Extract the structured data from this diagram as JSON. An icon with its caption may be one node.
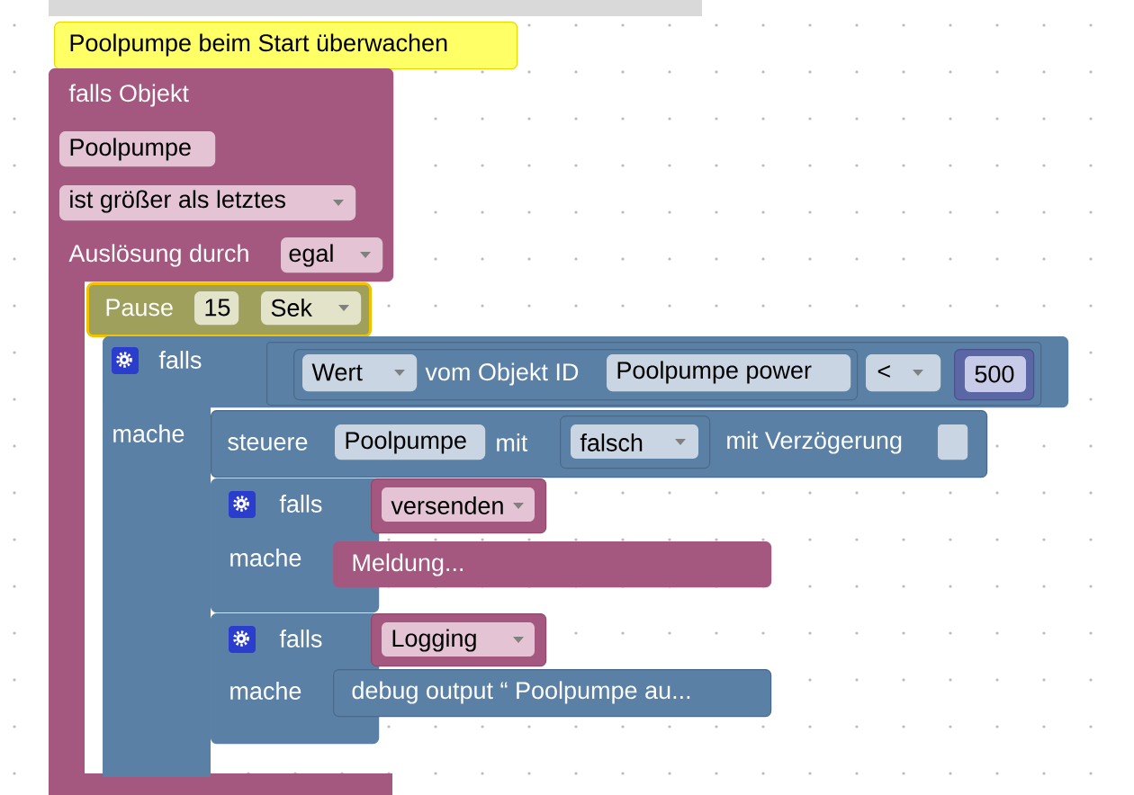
{
  "diagram": {
    "nodes": [
      {
        "text": [
          "Poolpumpe beim Start überwachen"
        ]
      },
      {
        "text": [
          "falls Objekt",
          "Auslösung durch"
        ]
      },
      {
        "text": [
          "Poolpumpe"
        ],
        "in": 1
      },
      {
        "text": [
          "ist größer als letztes"
        ],
        "in": 1
      },
      {
        "text": [
          "egal"
        ],
        "in": 1
      },
      {
        "text": [
          "Pause"
        ]
      },
      {
        "text": [
          "15"
        ],
        "in": 5
      },
      {
        "text": [
          "Sek"
        ],
        "in": 5
      },
      {
        "text": [
          "falls",
          "mache"
        ]
      },
      {
        "text": [],
        "shape": "box",
        "in": 8
      },
      {
        "text": [
          "vom Objekt ID"
        ],
        "in": 9
      },
      {
        "text": [
          "Wert"
        ],
        "in": 10
      },
      {
        "text": [
          "Poolpumpe power"
        ],
        "in": 10
      },
      {
        "text": [
          "<"
        ],
        "in": 9
      },
      {
        "text": [
          "500"
        ],
        "in": 9
      },
      {
        "text": [
          "steuere",
          "mit",
          "mit Verzögerung"
        ],
        "in": 8
      },
      {
        "text": [
          "Poolpumpe"
        ],
        "in": 15
      },
      {
        "text": [
          "falsch"
        ],
        "in": 15
      },
      {
        "text": [],
        "shape": "box",
        "in": 15
      },
      {
        "text": [
          "falls",
          "mache"
        ],
        "in": 8
      },
      {
        "text": [
          "versenden"
        ],
        "in": 8
      },
      {
        "text": [
          "Meldung..."
        ],
        "in": 8
      },
      {
        "text": [
          "falls",
          "mache"
        ],
        "in": 8
      },
      {
        "text": [
          "Logging"
        ],
        "in": 8
      },
      {
        "text": [
          "debug output “ Poolpumpe au..."
        ],
        "in": 8
      }
    ]
  }
}
